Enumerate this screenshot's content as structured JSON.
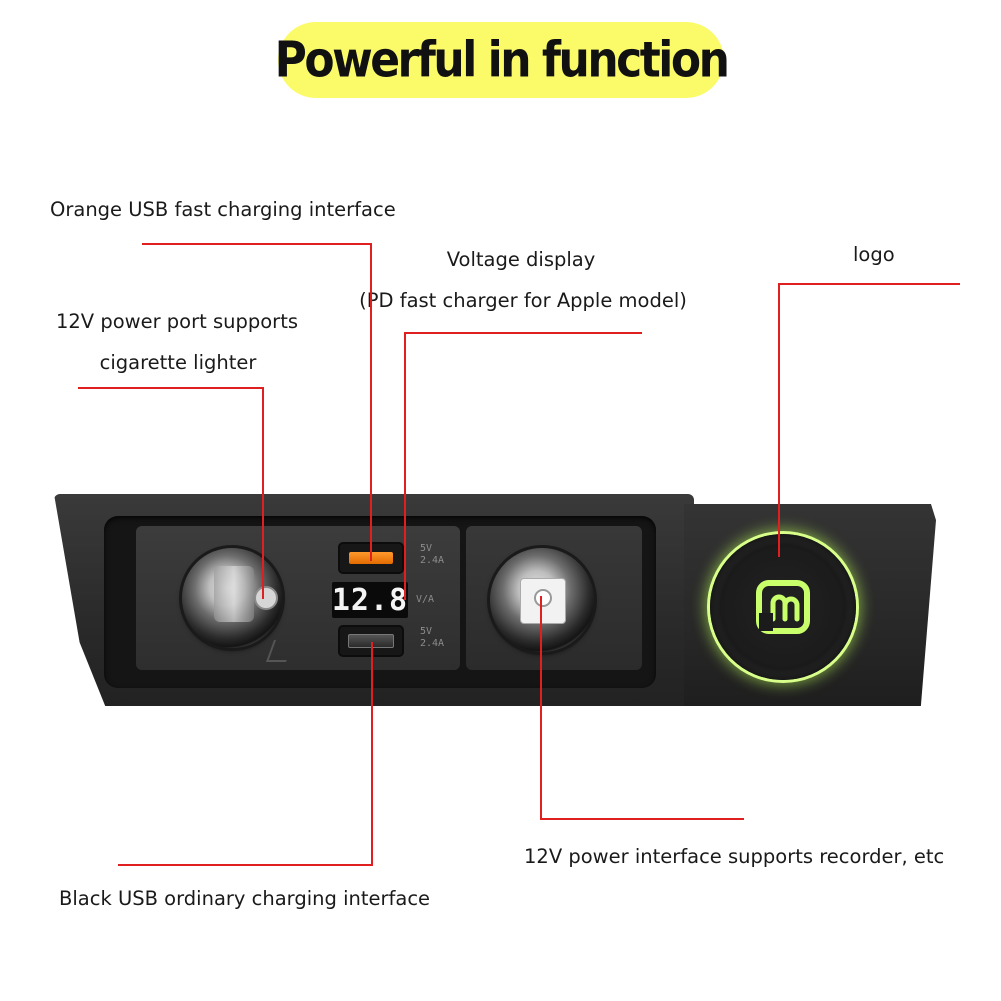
{
  "title": "Powerful in function",
  "labels": {
    "orange_usb": "Orange USB fast charging interface",
    "voltage_line1": "Voltage display",
    "voltage_line2": "(PD fast charger for Apple model)",
    "logo": "logo",
    "port_12v_line1": "12V power port supports",
    "port_12v_line2": "cigarette lighter",
    "recorder": "12V power interface supports recorder, etc",
    "black_usb": "Black USB ordinary charging interface"
  },
  "device": {
    "usb_top_spec": [
      "5V",
      "2.4A"
    ],
    "usb_bottom_spec": [
      "5V",
      "2.4A"
    ],
    "voltage_reading": "12.8",
    "voltage_unit": "V/A"
  },
  "colors": {
    "title_bg": "#fbfb6a",
    "leader_line": "#e02020",
    "logo_glow": "#c8ff6a",
    "usb_fast": "#ff8a1a"
  },
  "icons": {
    "logo": "green-m-logo-icon"
  }
}
